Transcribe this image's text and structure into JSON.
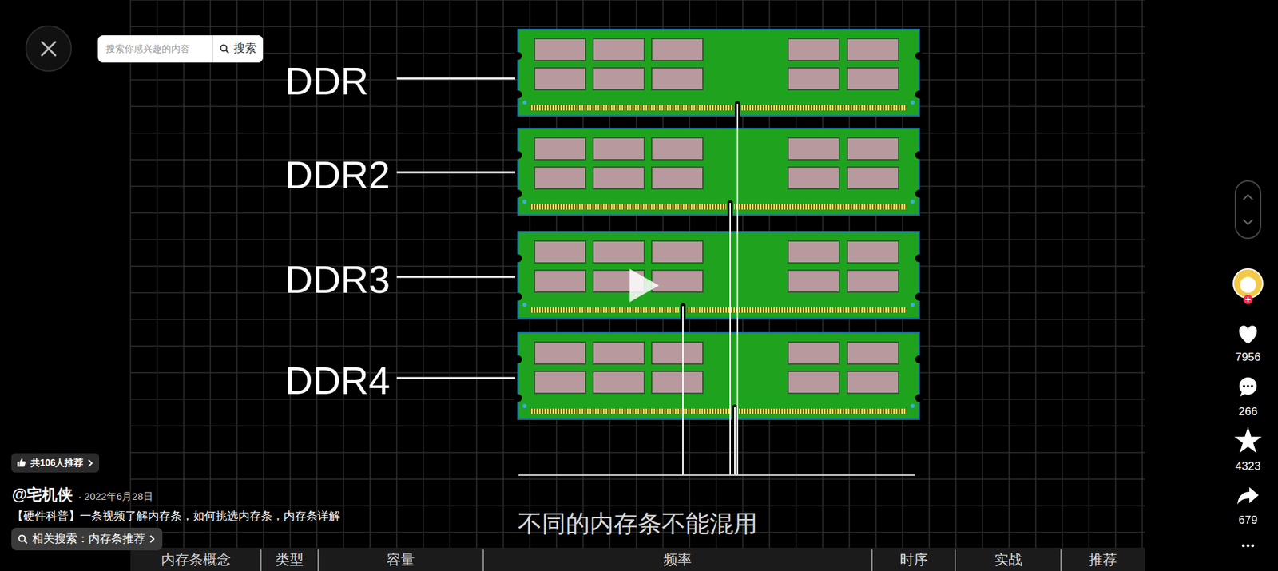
{
  "diagram": {
    "nodes": [
      {
        "text": [
          "搜索你感兴趣的内容"
        ]
      },
      {
        "text": [
          "搜索"
        ],
        "in": 0
      },
      {
        "text": [
          "共106人推荐"
        ]
      },
      {
        "text": [
          "相关搜索：内存条推荐"
        ]
      }
    ],
    "labels": [
      "DDR",
      "DDR2",
      "DDR3",
      "DDR4",
      "不同的内存条不能混用",
      "@宅机侠",
      "· 2022年6月28日",
      "【硬件科普】一条视频了解内存条，如何挑选内存条，内存条详解",
      "内存条概念",
      "类型",
      "容量",
      "频率",
      "时序",
      "实战",
      "推荐",
      "7956",
      "266",
      "4323",
      "679"
    ]
  }
}
